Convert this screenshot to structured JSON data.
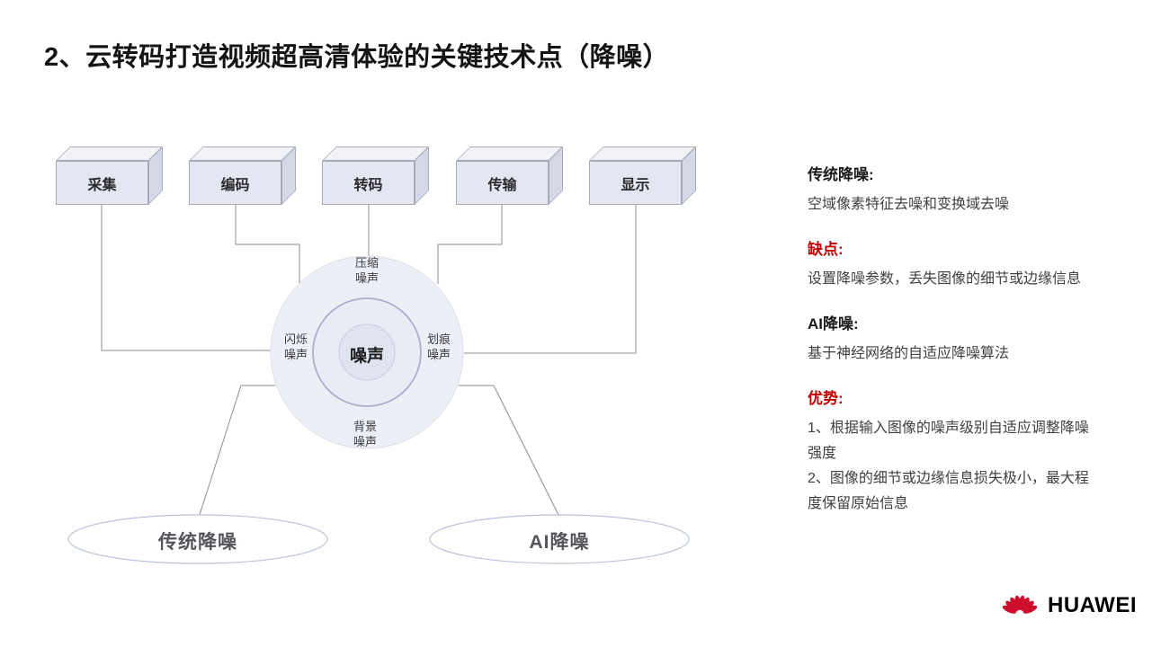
{
  "title": "2、云转码打造视频超高清体验的关键技术点（降噪）",
  "pipeline": {
    "boxes": [
      {
        "label": "采集"
      },
      {
        "label": "编码"
      },
      {
        "label": "转码"
      },
      {
        "label": "传输"
      },
      {
        "label": "显示"
      }
    ]
  },
  "noise_wheel": {
    "center_label": "噪声",
    "top_label": "压缩噪声",
    "left_label": "闪烁噪声",
    "right_label": "划痕噪声",
    "bottom_label": "背景噪声"
  },
  "categories": {
    "traditional": "传统降噪",
    "ai": "AI降噪"
  },
  "panel": {
    "sections": [
      {
        "heading": "传统降噪:",
        "tone": "dark",
        "body": "空域像素特征去噪和变换域去噪"
      },
      {
        "heading": "缺点:",
        "tone": "red",
        "body": "设置降噪参数，丢失图像的细节或边缘信息"
      },
      {
        "heading": "AI降噪:",
        "tone": "dark",
        "body": "基于神经网络的自适应降噪算法"
      },
      {
        "heading": "优势:",
        "tone": "red",
        "body": "1、根据输入图像的噪声级别自适应调整降噪强度\n2、图像的细节或边缘信息损失极小，最大程度保留原始信息"
      }
    ]
  },
  "logo": {
    "brand": "HUAWEI"
  },
  "colors": {
    "accent_red": "#C00000",
    "logo_red": "#CE0E2D",
    "cube_front": "#E4E7F1",
    "cube_top": "#F1F2F8",
    "cube_side": "#D5D8E6",
    "wheel_outer_fill": "#EDEFF6",
    "wheel_middle_fill": "#E9ECF4",
    "wheel_inner_fill": "#E0E4EF",
    "wheel_ring_border": "#A8B0CF",
    "connector": "#8C8C8C",
    "ellipse_border": "#B9C4D8"
  }
}
